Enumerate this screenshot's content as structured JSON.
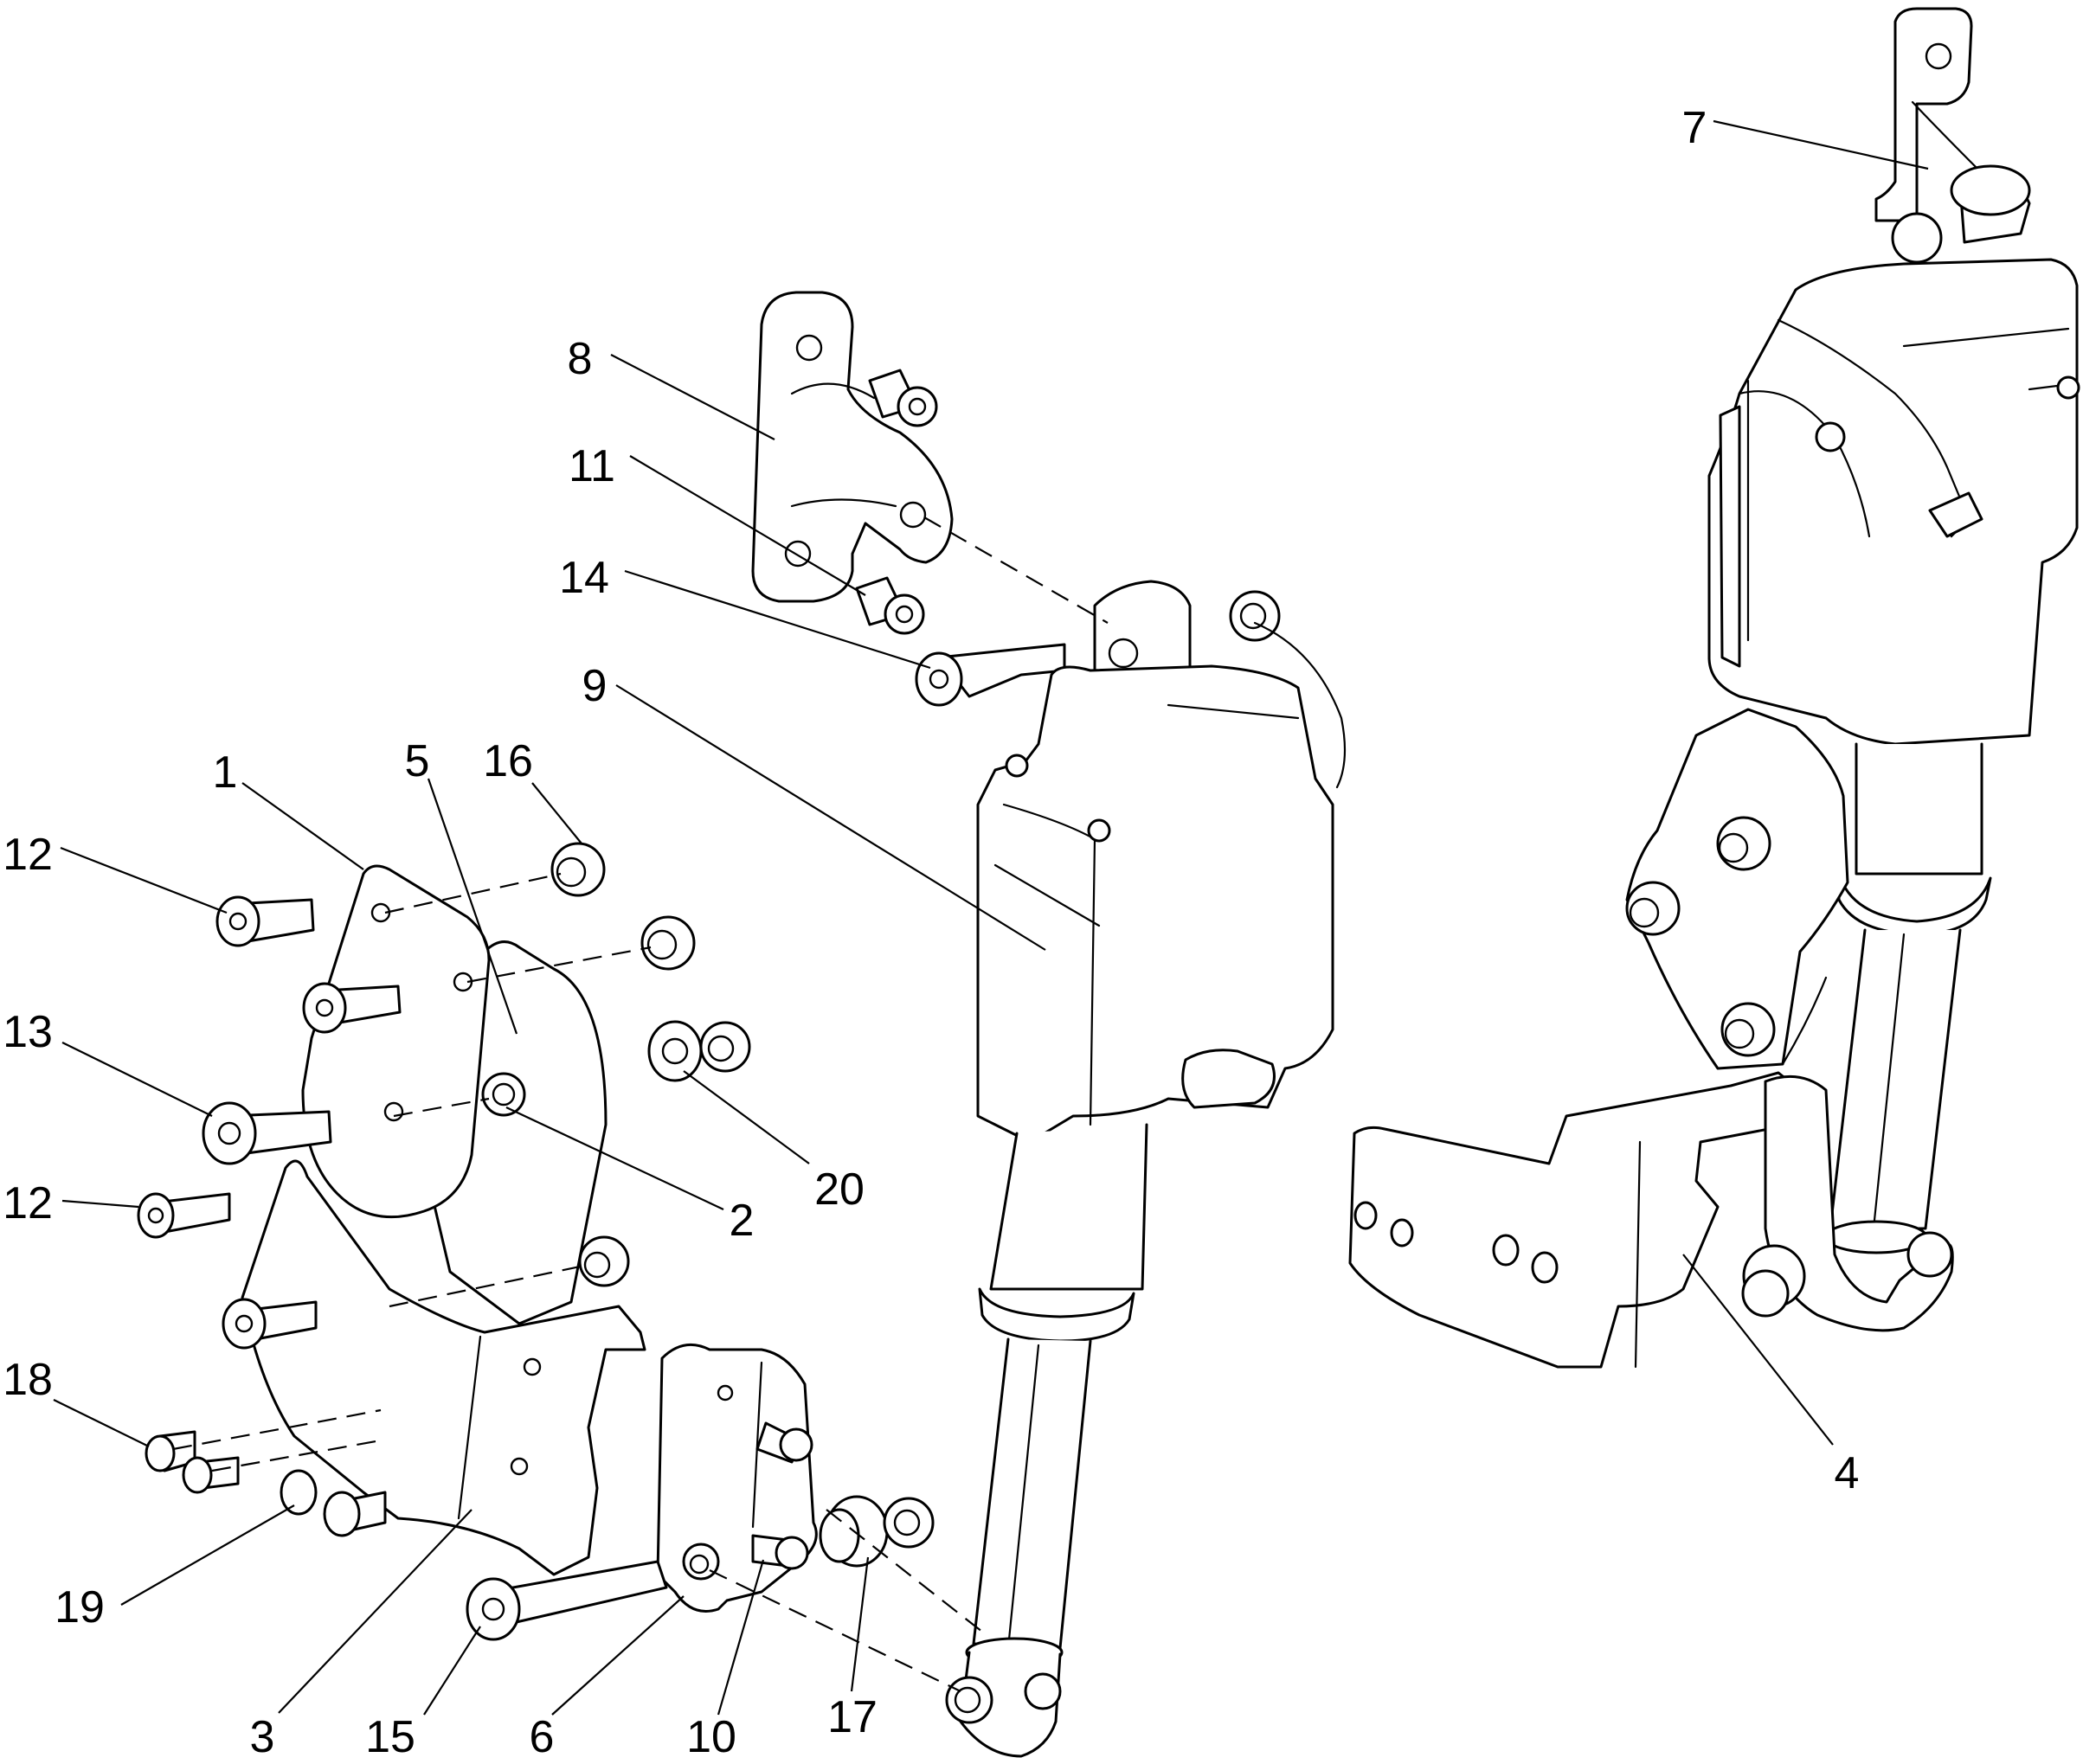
{
  "diagram": {
    "callouts": [
      {
        "id": "c8",
        "text": "8"
      },
      {
        "id": "c11",
        "text": "11"
      },
      {
        "id": "c14",
        "text": "14"
      },
      {
        "id": "c9",
        "text": "9"
      },
      {
        "id": "c1",
        "text": "1"
      },
      {
        "id": "c5",
        "text": "5"
      },
      {
        "id": "c16",
        "text": "16"
      },
      {
        "id": "c12a",
        "text": "12"
      },
      {
        "id": "c13",
        "text": "13"
      },
      {
        "id": "c12b",
        "text": "12"
      },
      {
        "id": "c20",
        "text": "20"
      },
      {
        "id": "c2",
        "text": "2"
      },
      {
        "id": "c18",
        "text": "18"
      },
      {
        "id": "c19",
        "text": "19"
      },
      {
        "id": "c3",
        "text": "3"
      },
      {
        "id": "c15",
        "text": "15"
      },
      {
        "id": "c6",
        "text": "6"
      },
      {
        "id": "c10",
        "text": "10"
      },
      {
        "id": "c17",
        "text": "17"
      },
      {
        "id": "c7",
        "text": "7"
      },
      {
        "id": "c4",
        "text": "4"
      }
    ]
  }
}
